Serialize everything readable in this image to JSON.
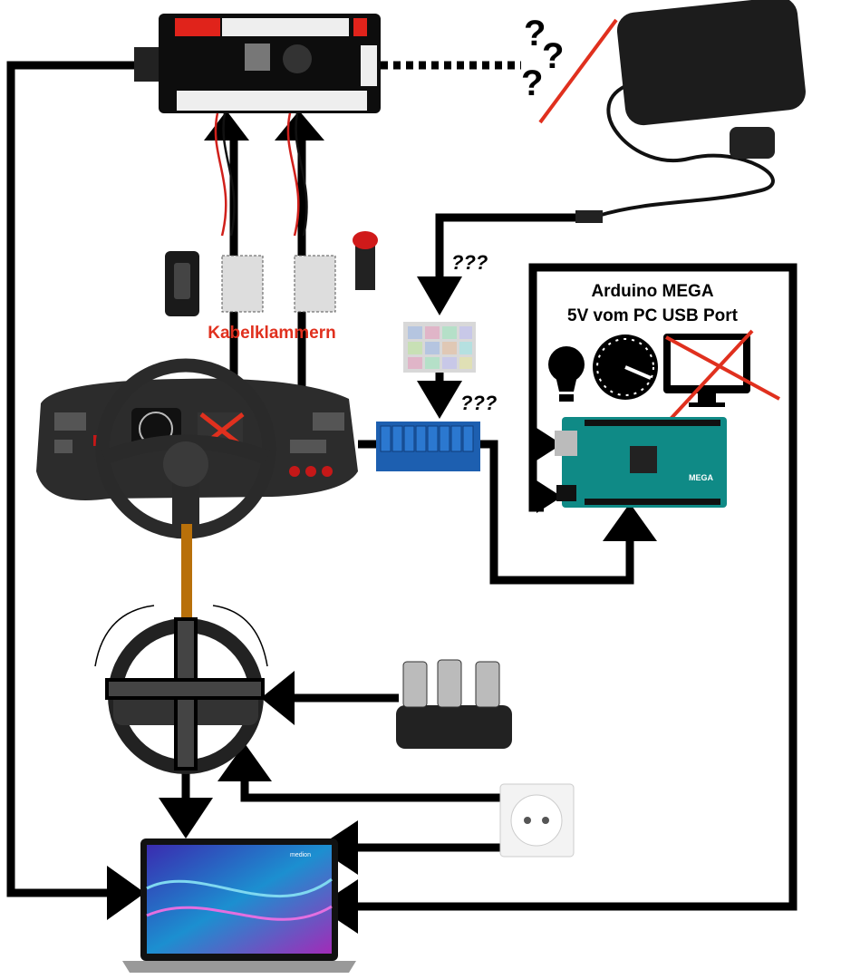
{
  "labels": {
    "clamps": "Kabelklammern",
    "unknown_power": "???",
    "unknown_relay": "???",
    "arduino_title": "Arduino MEGA",
    "arduino_power": "5V vom PC USB Port",
    "question_marks": "???",
    "laptop_brand": "medion",
    "board_logo": "MEGA"
  },
  "colors": {
    "line": "#000000",
    "cross": "#e0301e",
    "clamps_text": "#e0301e",
    "shaft": "#b8700a",
    "relay": "#1d5fb0",
    "arduino": "#0f8a86"
  }
}
